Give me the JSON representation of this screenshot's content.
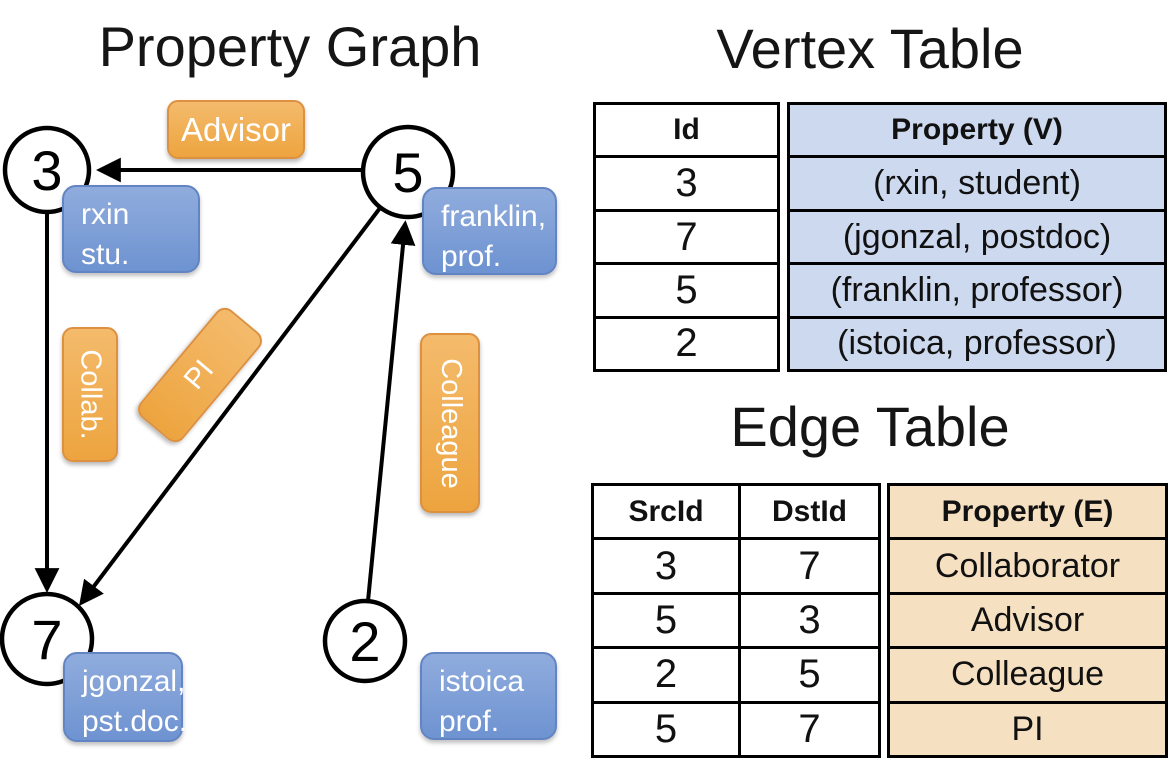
{
  "graph": {
    "title": "Property Graph",
    "nodes": [
      {
        "id": "3"
      },
      {
        "id": "5"
      },
      {
        "id": "7"
      },
      {
        "id": "2"
      }
    ],
    "edge_labels": {
      "advisor": "Advisor",
      "collab": "Collab.",
      "pi": "PI",
      "colleague": "Colleague"
    },
    "property_boxes": {
      "n3": {
        "line1": "rxin",
        "line2": "stu."
      },
      "n5": {
        "line1": "franklin,",
        "line2": "prof."
      },
      "n7": {
        "line1": "jgonzal,",
        "line2": "pst.doc."
      },
      "n2": {
        "line1": "istoica",
        "line2": "prof."
      }
    }
  },
  "vertex_table": {
    "title": "Vertex Table",
    "columns": [
      "Id",
      "Property (V)"
    ],
    "rows": [
      [
        "3",
        "(rxin, student)"
      ],
      [
        "7",
        "(jgonzal, postdoc)"
      ],
      [
        "5",
        "(franklin, professor)"
      ],
      [
        "2",
        "(istoica, professor)"
      ]
    ]
  },
  "edge_table": {
    "title": "Edge Table",
    "columns": [
      "SrcId",
      "DstId",
      "Property (E)"
    ],
    "rows": [
      [
        "3",
        "7",
        "Collaborator"
      ],
      [
        "5",
        "3",
        "Advisor"
      ],
      [
        "2",
        "5",
        "Colleague"
      ],
      [
        "5",
        "7",
        "PI"
      ]
    ]
  },
  "colors": {
    "vertex_property_fill": "#cdd9ee",
    "edge_property_fill": "#f6e0c2",
    "edge_label_orange": "#eda43f",
    "vertex_property_blue": "#6e93d1",
    "line_black": "#000000"
  }
}
